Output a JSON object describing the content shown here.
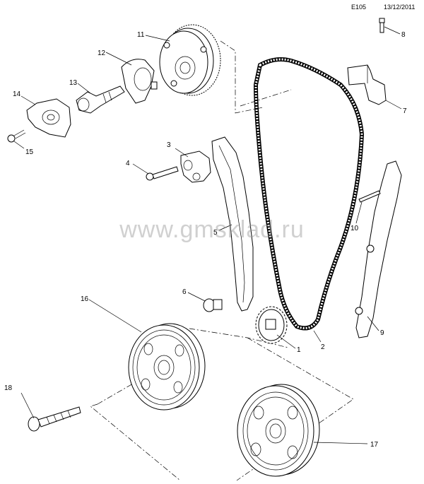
{
  "header": {
    "code": "E105",
    "date": "13/12/2011"
  },
  "watermark": "www.gmsklad.ru",
  "callouts": [
    "1",
    "2",
    "3",
    "4",
    "5",
    "6",
    "7",
    "8",
    "9",
    "10",
    "11",
    "12",
    "13",
    "14",
    "15",
    "16",
    "17",
    "18"
  ]
}
